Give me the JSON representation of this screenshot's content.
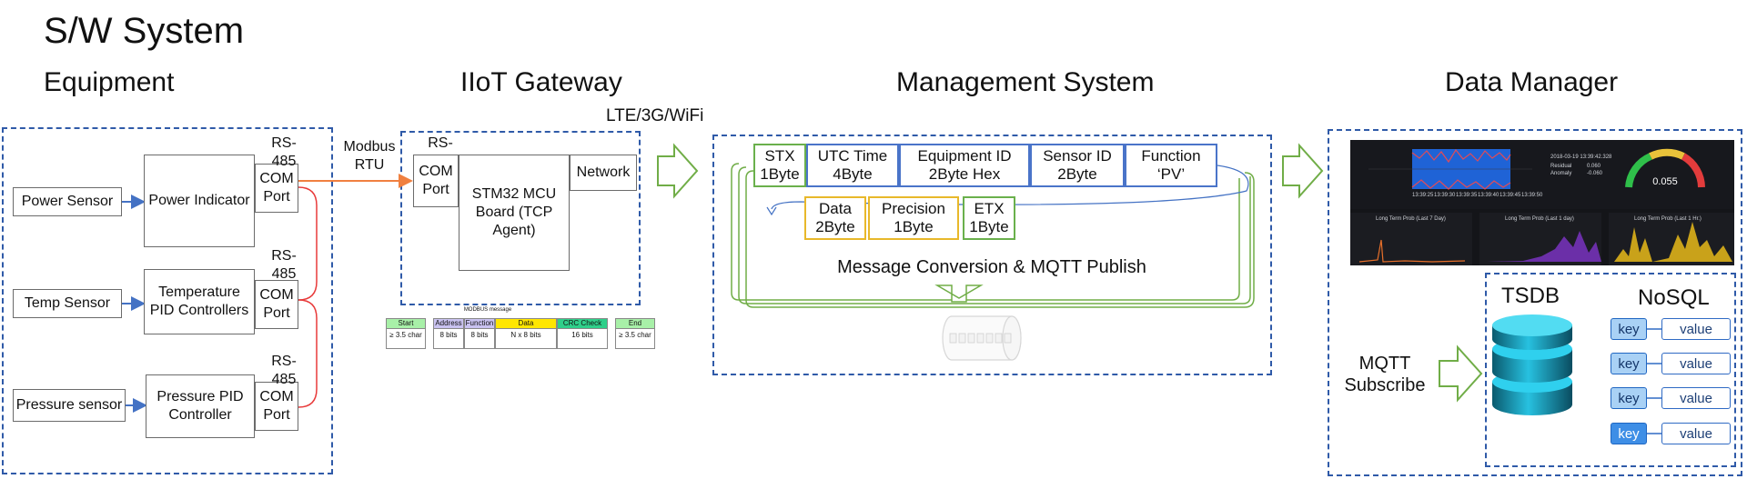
{
  "title": "S/W System",
  "sections": {
    "equipment": "Equipment",
    "gateway": "IIoT Gateway",
    "management": "Management System",
    "data_manager": "Data Manager"
  },
  "sensors": [
    "Power Sensor",
    "Temp Sensor",
    "Pressure sensor"
  ],
  "controllers": [
    "Power Indicator",
    "Temperature PID Controllers",
    "Pressure PID Controller"
  ],
  "rs485": "RS-485",
  "com_port": "COM Port",
  "modbus_rtu": "Modbus RTU",
  "gateway": {
    "rs485": "RS-485",
    "com_port": "COM Port",
    "mcu": "STM32 MCU Board (TCP Agent)",
    "network": "Network"
  },
  "modbus_message": {
    "title": "MODBUS message",
    "start": {
      "label": "Start",
      "value": "≥ 3.5 char"
    },
    "fields": [
      {
        "label": "Address",
        "value": "8 bits",
        "color": "#c9c2f0"
      },
      {
        "label": "Function",
        "value": "8 bits",
        "color": "#c9c2f0"
      },
      {
        "label": "Data",
        "value": "N x 8 bits",
        "color": "#ffe600"
      },
      {
        "label": "CRC Check",
        "value": "16 bits",
        "color": "#2fcf8a"
      }
    ],
    "end": {
      "label": "End",
      "value": "≥ 3.5 char"
    },
    "start_end_color": "#a8f0a8"
  },
  "link": "LTE/3G/WiFi",
  "packet": {
    "row1": [
      "STX 1Byte",
      "UTC Time 4Byte",
      "Equipment ID 2Byte Hex",
      "Sensor ID 2Byte",
      "Function ‘PV’"
    ],
    "row2": [
      "Data 2Byte",
      "Precision 1Byte",
      "ETX 1Byte"
    ]
  },
  "conversion": "Message Conversion & MQTT Publish",
  "dashboard": {
    "top_title": "2018-03-19 13:39:42.328",
    "legend_residual": "Residual",
    "legend_anomaly": "Anomaly",
    "top_values": [
      "0.060",
      "-0.060"
    ],
    "gauge_value": "0.055",
    "panels": [
      "Long Term Prob (Last 7 Day)",
      "Long Term Prob (Last 1 day)",
      "Long Term Prob (Last 1 Hr.)"
    ],
    "time_ticks": [
      "13:39:25",
      "13:39:30",
      "13:39:35",
      "13:39:40",
      "13:39:45",
      "13:39:50"
    ]
  },
  "mqtt_subscribe": "MQTT Subscribe",
  "tsdb": "TSDB",
  "nosql": "NoSQL",
  "kv": [
    {
      "key": "key",
      "value": "value"
    },
    {
      "key": "key",
      "value": "value"
    },
    {
      "key": "key",
      "value": "value"
    },
    {
      "key": "key",
      "value": "value"
    }
  ],
  "colors": {
    "dashed_border": "#2f5aa8",
    "arrow_blue": "#4472c4",
    "arrow_orange": "#f08040",
    "wire_red": "#e83a3a",
    "arrow_green": "#70ad47",
    "field_blue": "#4a74c9",
    "field_green": "#6ab04c",
    "field_yellow": "#e8b82a"
  }
}
